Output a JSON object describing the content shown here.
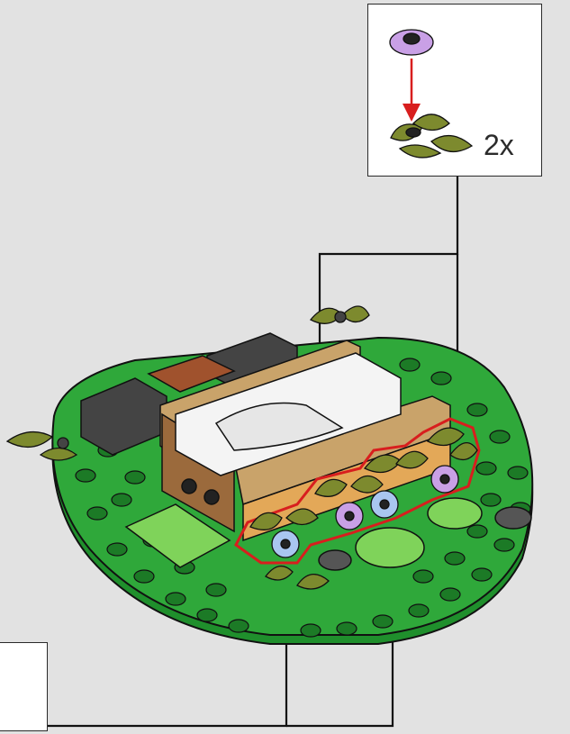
{
  "callout": {
    "count_label": "2x",
    "part_added": "purple-flower",
    "part_base": "olive-leaf-cluster"
  },
  "colors": {
    "background": "#e2e2e2",
    "baseplate_green": "#2fa83a",
    "light_green": "#7fd35a",
    "leaf_olive": "#7d8a2e",
    "flower_purple": "#c9a0e6",
    "flower_blue": "#a9c6f0",
    "highlight_red": "#d81e1e",
    "tan": "#c9a36a",
    "brown": "#a0522d"
  },
  "step": {
    "new_parts_highlighted": true,
    "leaf_groups": 5,
    "arrow_targets": 5
  }
}
